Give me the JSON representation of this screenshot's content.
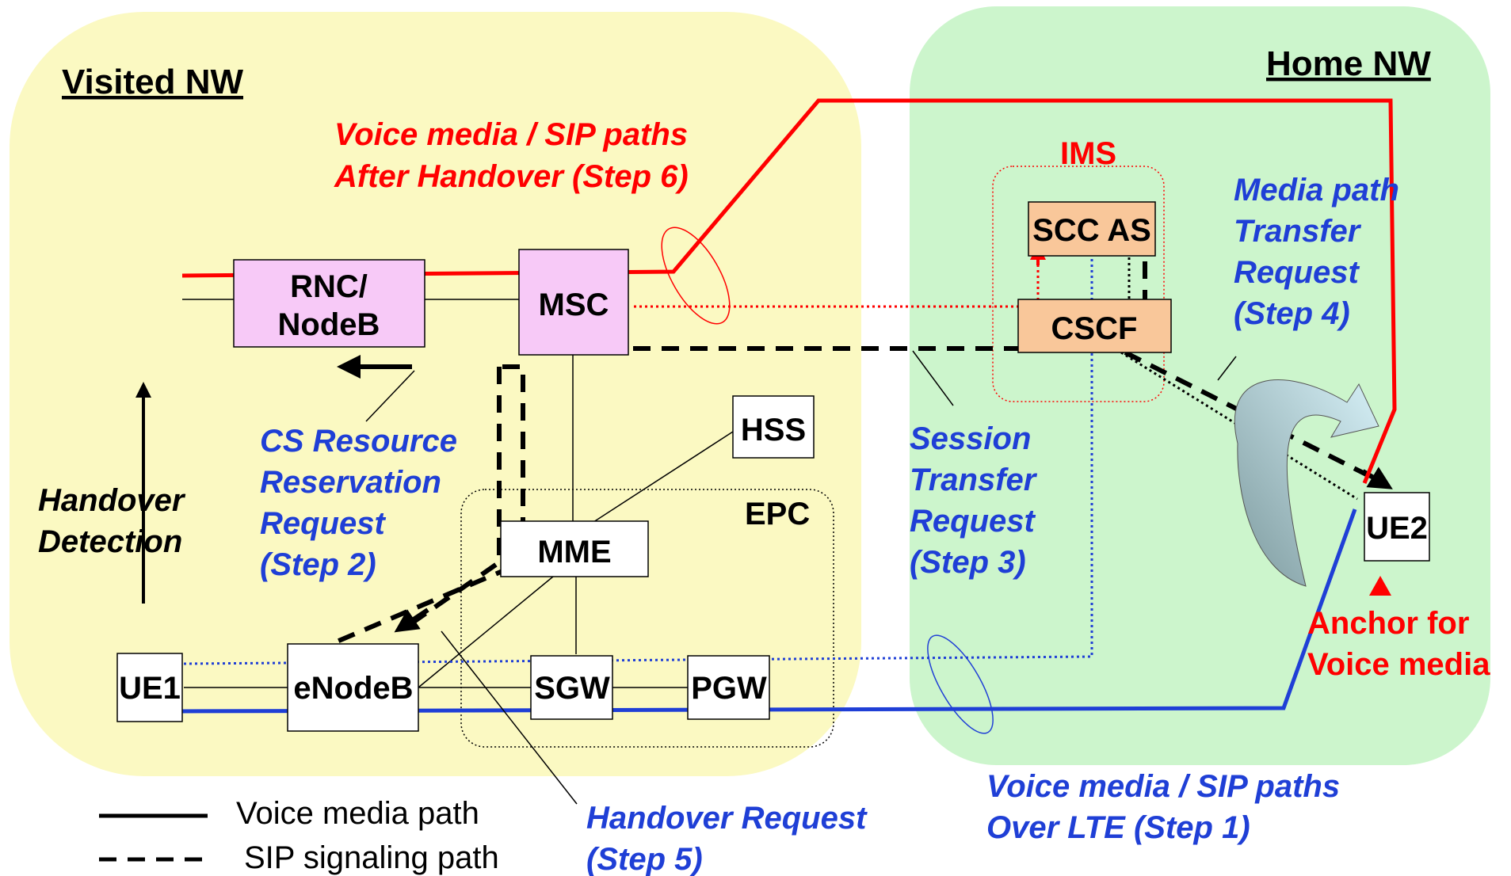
{
  "regions": {
    "visited": "Visited NW",
    "home": "Home NW",
    "ims": "IMS",
    "epc": "EPC"
  },
  "nodes": {
    "rnc_line1": "RNC/",
    "rnc_line2": "NodeB",
    "msc": "MSC",
    "hss": "HSS",
    "mme": "MME",
    "ue1": "UE1",
    "enodeb": "eNodeB",
    "sgw": "SGW",
    "pgw": "PGW",
    "sccas": "SCC AS",
    "cscf": "CSCF",
    "ue2": "UE2"
  },
  "annotations": {
    "after_handover_1": "Voice media / SIP paths",
    "after_handover_2": "After Handover (Step 6)",
    "cs_resource_1": "CS Resource",
    "cs_resource_2": "Reservation",
    "cs_resource_3": "Request",
    "cs_resource_4": "(Step 2)",
    "handover_detection_1": "Handover",
    "handover_detection_2": "Detection",
    "session_transfer_1": "Session",
    "session_transfer_2": "Transfer",
    "session_transfer_3": "Request",
    "session_transfer_4": "(Step 3)",
    "media_path_1": "Media path",
    "media_path_2": "Transfer",
    "media_path_3": "Request",
    "media_path_4": "(Step 4)",
    "anchor_1": "Anchor for",
    "anchor_2": "Voice media",
    "over_lte_1": "Voice media / SIP paths",
    "over_lte_2": "Over LTE (Step 1)",
    "handover_request_1": "Handover Request",
    "handover_request_2": "(Step 5)"
  },
  "legend": {
    "solid": "Voice media path",
    "dashed": "SIP signaling path"
  },
  "colors": {
    "visited_bg": "#fbf9c2",
    "home_bg": "#ccf5cc",
    "node_pink": "#f7c9f7",
    "node_orange": "#f9c79a",
    "red": "#ff0000",
    "blue": "#1f3fd6"
  }
}
